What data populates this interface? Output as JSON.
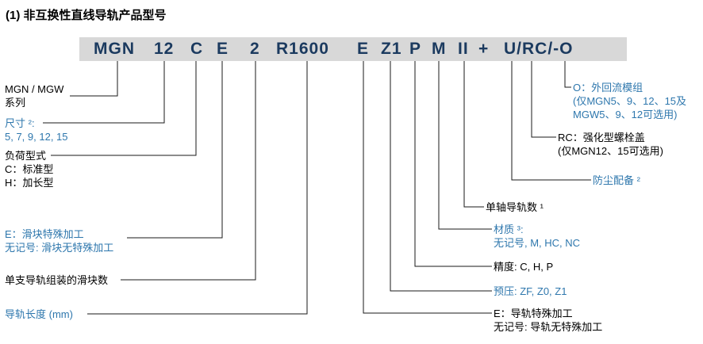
{
  "title": "(1) 非互换性直线导轨产品型号",
  "model": {
    "segments": [
      "MGN",
      "12",
      "C",
      "E",
      "2",
      "R1600",
      "E",
      "Z1",
      "P",
      "M",
      "II",
      "+",
      "U/RC/-O"
    ]
  },
  "labels": {
    "series": {
      "lines": [
        "MGN / MGW",
        "系列"
      ]
    },
    "size": {
      "lines": [
        "尺寸 ²:",
        "5, 7, 9, 12, 15"
      ]
    },
    "load_type": {
      "lines": [
        "负荷型式",
        "C：标准型",
        "H：加长型"
      ]
    },
    "block_special": {
      "lines": [
        "E：滑块特殊加工",
        "无记号: 滑块无特殊加工"
      ]
    },
    "block_count": {
      "lines": [
        "单支导轨组装的滑块数"
      ]
    },
    "rail_length": {
      "lines": [
        "导轨长度 (mm)"
      ]
    },
    "o_option": {
      "lines": [
        "O：外回流模组",
        "(仅MGN5、9、12、15及",
        "MGW5、9、12可选用)"
      ]
    },
    "rc_option": {
      "lines": [
        "RC：强化型螺栓盖",
        "(仅MGN12、15可选用)"
      ]
    },
    "dust_protection": {
      "lines": [
        "防尘配备 ²"
      ]
    },
    "rail_count": {
      "lines": [
        "单轴导轨数 ¹"
      ]
    },
    "material": {
      "lines": [
        "材质 ³:",
        "无记号, M, HC, NC"
      ]
    },
    "accuracy": {
      "lines": [
        "精度: C, H, P"
      ]
    },
    "preload": {
      "lines": [
        "预压: ZF, Z0, Z1"
      ]
    },
    "rail_special": {
      "lines": [
        "E：导轨特殊加工",
        "无记号: 导轨无特殊加工"
      ]
    }
  },
  "colors": {
    "accent_blue": "#2e77ad",
    "model_text": "#1b3a5f",
    "bar_background": "#d8d8d8"
  }
}
